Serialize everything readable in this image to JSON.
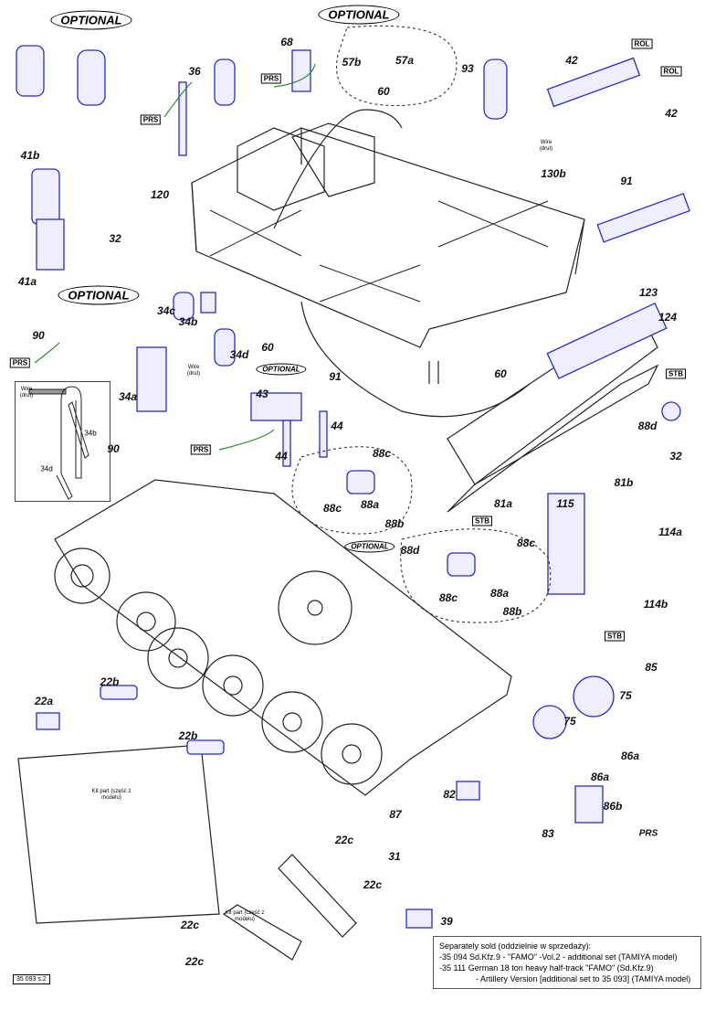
{
  "optional_labels": [
    "OPTIONAL",
    "OPTIONAL",
    "OPTIONAL",
    "OPTIONAL",
    "OPTIONAL"
  ],
  "part_numbers": [
    "68",
    "57b",
    "57a",
    "60",
    "93",
    "42",
    "42",
    "36",
    "41b",
    "120",
    "130b",
    "91",
    "32",
    "41a",
    "34c",
    "34b",
    "34d",
    "90",
    "34a",
    "90",
    "60",
    "91",
    "60",
    "123",
    "124",
    "88d",
    "43",
    "44",
    "44",
    "88c",
    "88c",
    "88a",
    "88b",
    "81b",
    "32",
    "81a",
    "115",
    "114a",
    "88d",
    "88c",
    "88c",
    "88a",
    "88b",
    "114b",
    "85",
    "75",
    "75",
    "22b",
    "22a",
    "22b",
    "86a",
    "86a",
    "86b",
    "82",
    "87",
    "83",
    "22c",
    "31",
    "22c",
    "39",
    "22c",
    "22c"
  ],
  "tags": {
    "prs": "PRS",
    "rol": "ROL",
    "stb": "STB"
  },
  "wire_label": "Wire (drut)",
  "kit_part_label": "Kit part (część z modelu)",
  "inset": {
    "wire": "Wire (drut)",
    "part_a": "34b",
    "part_b": "34d"
  },
  "note": {
    "title": "Separately sold (oddzielnie w sprzedaży):",
    "lines": [
      "-35 094 Sd.Kfz.9 - \"FAMO\" -Vol.2 - additional set  (TAMIYA model)",
      "-35 111 German 18 ton heavy half-track \"FAMO\" (Sd.Kfz.9)",
      "- Artillery Version [additional set to 35 093] (TAMIYA model)"
    ]
  },
  "page_number": "35 093 s.2",
  "colors": {
    "part": "#2a2acc",
    "line": "#222222",
    "callout": "#2a8a2a",
    "arrow": "#d22"
  }
}
